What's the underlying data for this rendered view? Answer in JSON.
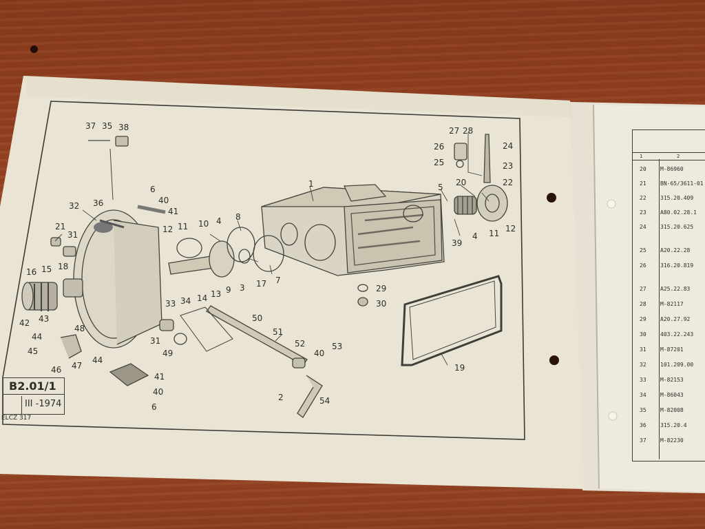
{
  "document": {
    "page_code": "B2.01/1",
    "page_date": "III -1974",
    "footer_code": "ELCZ 317"
  },
  "callouts": {
    "c37a": "37",
    "c35a": "35",
    "c38": "38",
    "c6a": "6",
    "c40a": "40",
    "c41a": "41",
    "c32": "32",
    "c36": "36",
    "c21": "21",
    "c31a": "31",
    "c16": "16",
    "c15": "15",
    "c18": "18",
    "c42": "42",
    "c43": "43",
    "c48": "48",
    "c44a": "44",
    "c45": "45",
    "c46": "46",
    "c47": "47",
    "c44b": "44",
    "c12a": "12",
    "c11a": "11",
    "c10": "10",
    "c4a": "4",
    "c8": "8",
    "c1": "1",
    "c5": "5",
    "c20": "20",
    "c27": "27",
    "c28": "28",
    "c26": "26",
    "c25": "25",
    "c24": "24",
    "c23": "23",
    "c22": "22",
    "c11b": "11",
    "c12b": "12",
    "c39": "39",
    "c4b": "4",
    "c33": "33",
    "c34": "34",
    "c14": "14",
    "c13": "13",
    "c9": "9",
    "c3": "3",
    "c17": "17",
    "c7": "7",
    "c29": "29",
    "c30": "30",
    "c19": "19",
    "c31b": "31",
    "c49": "49",
    "c50": "50",
    "c51": "51",
    "c52": "52",
    "c53": "53",
    "c40b": "40",
    "c2": "2",
    "c54": "54",
    "c41b": "41",
    "c40c": "40",
    "c6b": "6"
  },
  "parts_table": {
    "headers": [
      "1",
      "2"
    ],
    "rows": [
      {
        "pos": "20",
        "part": "M-86960"
      },
      {
        "pos": "21",
        "part": "BN-65/3611-01"
      },
      {
        "pos": "22",
        "part": "315.20.409"
      },
      {
        "pos": "23",
        "part": "A80.02.28.1"
      },
      {
        "pos": "24",
        "part": "315.20.625"
      },
      {
        "pos": "25",
        "part": "A20.22.28"
      },
      {
        "pos": "26",
        "part": "316.20.819"
      },
      {
        "pos": "27",
        "part": "A25.22.83"
      },
      {
        "pos": "28",
        "part": "M-82117"
      },
      {
        "pos": "29",
        "part": "A20.27.92"
      },
      {
        "pos": "30",
        "part": "403.22.243"
      },
      {
        "pos": "31",
        "part": "M-87201"
      },
      {
        "pos": "32",
        "part": "101.209.00"
      },
      {
        "pos": "33",
        "part": "M-82153"
      },
      {
        "pos": "34",
        "part": "M-86043"
      },
      {
        "pos": "35",
        "part": "M-82008"
      },
      {
        "pos": "36",
        "part": "315.20.4"
      },
      {
        "pos": "37",
        "part": "M-82230"
      }
    ]
  }
}
